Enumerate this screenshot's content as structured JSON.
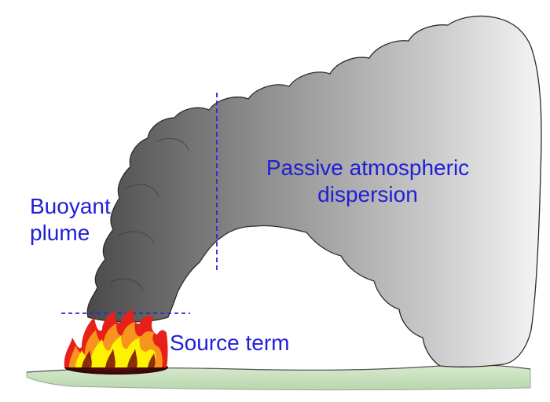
{
  "labels": {
    "buoyant_line1": "Buoyant",
    "buoyant_line2": "plume",
    "passive_line1": "Passive atmospheric",
    "passive_line2": "dispersion",
    "source": "Source term"
  },
  "colors": {
    "label_text": "#1f1fd6",
    "divider_line": "#2a2ad0",
    "ground": "#cfe3c4",
    "plume_dark": "#3a3a3a",
    "cloud_light": "#f2f2f2",
    "flame_red": "#e8201a",
    "flame_orange": "#f7941d",
    "flame_yellow": "#fff200"
  }
}
